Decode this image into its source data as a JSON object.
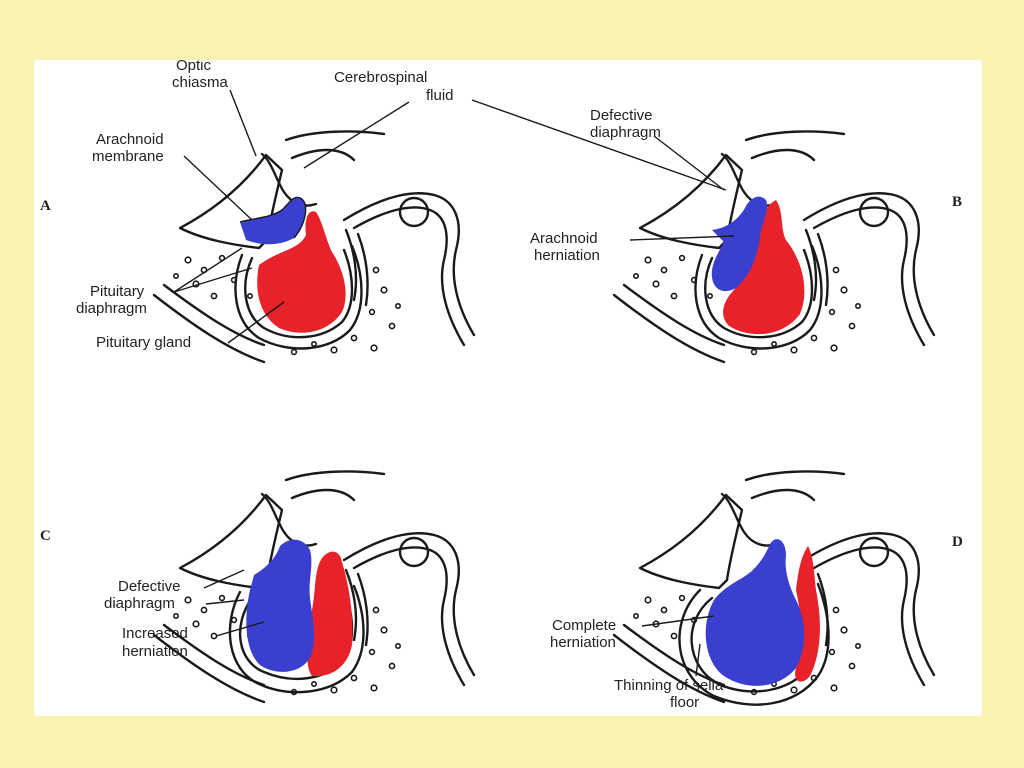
{
  "panels": {
    "a": {
      "letter": "A",
      "labels": [
        "Optic chiasma",
        "Cerebrospinal fluid",
        "Arachnoid membrane",
        "Pituitary diaphragm",
        "Pituitary gland"
      ]
    },
    "b": {
      "letter": "B",
      "labels": [
        "Defective diaphragm",
        "Arachnoid herniation"
      ]
    },
    "c": {
      "letter": "C",
      "labels": [
        "Defective diaphragm",
        "Increased herniation"
      ]
    },
    "d": {
      "letter": "D",
      "labels": [
        "Complete herniation",
        "Thinning of sella floor"
      ]
    }
  },
  "text": {
    "optic_1": "Optic",
    "optic_2": "chiasma",
    "csf_1": "Cerebrospinal",
    "csf_2": "fluid",
    "arach_1": "Arachnoid",
    "arach_2": "membrane",
    "pdiaph_1": "Pituitary",
    "pdiaph_2": "diaphragm",
    "pgland": "Pituitary gland",
    "defb_1": "Defective",
    "defb_2": "diaphragm",
    "ahern_1": "Arachnoid",
    "ahern_2": "herniation",
    "defc_1": "Defective",
    "defc_2": "diaphragm",
    "inc_1": "Increased",
    "inc_2": "herniation",
    "comp_1": "Complete",
    "comp_2": "herniation",
    "thin_1": "Thinning of sella",
    "thin_2": "floor"
  },
  "colors": {
    "background": "#fbf3b3",
    "panel": "#ffffff",
    "csf_blue": "#3a3fd0",
    "pituitary_red": "#e8222a",
    "bone_gray": "#a7a7a7"
  }
}
